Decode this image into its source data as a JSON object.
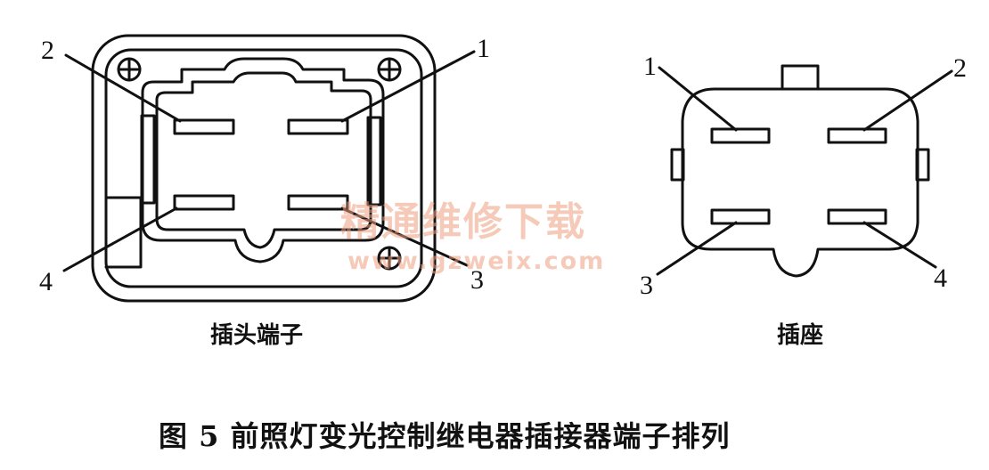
{
  "figure": {
    "title": "图 5   前照灯变光控制继电器插接器端子排列"
  },
  "plug": {
    "caption": "插头端子",
    "pin_labels": {
      "p1": "1",
      "p2": "2",
      "p3": "3",
      "p4": "4"
    }
  },
  "socket": {
    "caption": "插座",
    "pin_labels": {
      "p1": "1",
      "p2": "2",
      "p3": "3",
      "p4": "4"
    }
  },
  "watermark": {
    "line1": "精通维修下载",
    "line2": "www.gzweix.com",
    "color": "#f0a080"
  },
  "colors": {
    "stroke": "#111111",
    "background": "#ffffff"
  }
}
